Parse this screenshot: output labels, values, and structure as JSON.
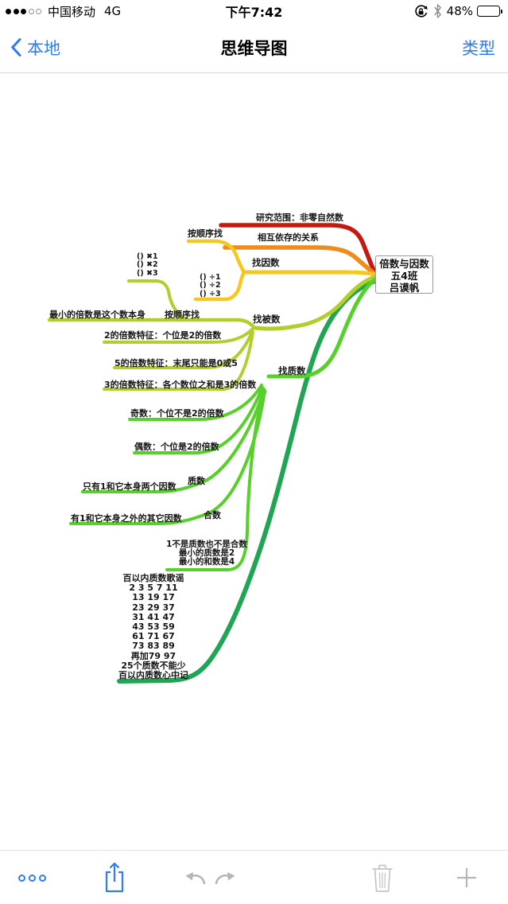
{
  "status_bar": {
    "carrier": "中国移动",
    "network": "4G",
    "time": "下午7:42",
    "battery_percent": "48%",
    "icons": [
      "signal-strength",
      "rotation-lock",
      "bluetooth",
      "battery"
    ]
  },
  "nav_bar": {
    "back_label": "本地",
    "title": "思维导图",
    "right_button": "类型"
  },
  "mindmap": {
    "root_lines": [
      "倍数与因数",
      "五4班",
      "吕谟帆"
    ],
    "nodes": {
      "research_scope": "研究范围：非零自然数",
      "interdependent": "相互依存的关系",
      "in_order_factor": "按顺序找",
      "find_factors": "找因数",
      "smallest_multiple": "最小的倍数是这个数本身",
      "in_order_multiple": "按顺序找",
      "find_multiples": "找被数",
      "rule_2": "2的倍数特征：个位是2的倍数",
      "rule_5": "5的倍数特征：末尾只能是0或5",
      "rule_3": "3的倍数特征：各个数位之和是3的倍数",
      "find_primes": "找质数",
      "odd": "奇数：个位不是2的倍数",
      "even": "偶数：个位是2的倍数",
      "prime": "质数",
      "prime_def": "只有1和它本身两个因数",
      "composite": "合数",
      "composite_def": "有1和它本身之外的其它因数"
    },
    "mult_list": [
      "()  ✖1",
      "()  ✖2",
      "()  ✖3"
    ],
    "div_list": [
      "()  ÷1",
      "()  ÷2",
      "()  ÷3"
    ],
    "note_lines": [
      "1不是质数也不是合数",
      "最小的质数是2",
      "最小的和数是4"
    ],
    "poem_lines": [
      "百以内质数歌谣",
      "2 3 5 7 11",
      "13 19 17",
      "23 29 37",
      "31 41 47",
      "43 53 59",
      "61 71 67",
      "73 83 89",
      "再加79 97",
      "25个质数不能少",
      "百以内质数心中记"
    ],
    "colors": {
      "red": "#c51a12",
      "orange": "#ee8d1e",
      "yellow": "#f6c71f",
      "yellow_green": "#b1ce2d",
      "light_green": "#57d02c",
      "dark_green": "#1fa553"
    }
  },
  "toolbar": {
    "buttons": [
      "more",
      "share",
      "undo",
      "redo",
      "delete",
      "add"
    ]
  }
}
